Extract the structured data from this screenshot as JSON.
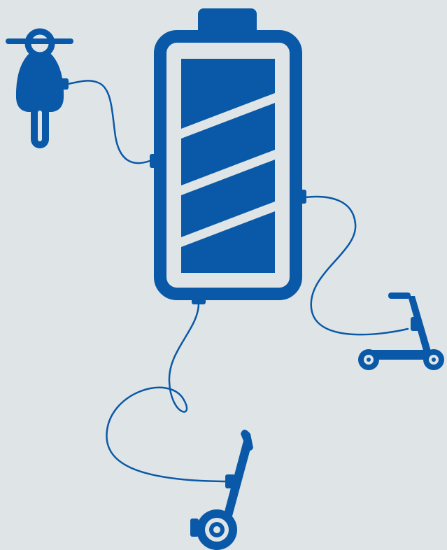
{
  "colors": {
    "background": "#dfe5e6",
    "accent": "#0a58a8"
  },
  "battery": {
    "icon": "battery-icon",
    "charge_fraction": 1.0
  },
  "devices": [
    {
      "icon": "motor-scooter-icon"
    },
    {
      "icon": "kick-scooter-icon"
    },
    {
      "icon": "self-balancing-scooter-icon"
    }
  ],
  "cables": [
    {
      "icon": "charging-cable-icon",
      "from": "battery",
      "to": "motor-scooter"
    },
    {
      "icon": "charging-cable-icon",
      "from": "battery",
      "to": "kick-scooter"
    },
    {
      "icon": "charging-cable-icon",
      "from": "battery",
      "to": "self-balancing-scooter"
    }
  ]
}
